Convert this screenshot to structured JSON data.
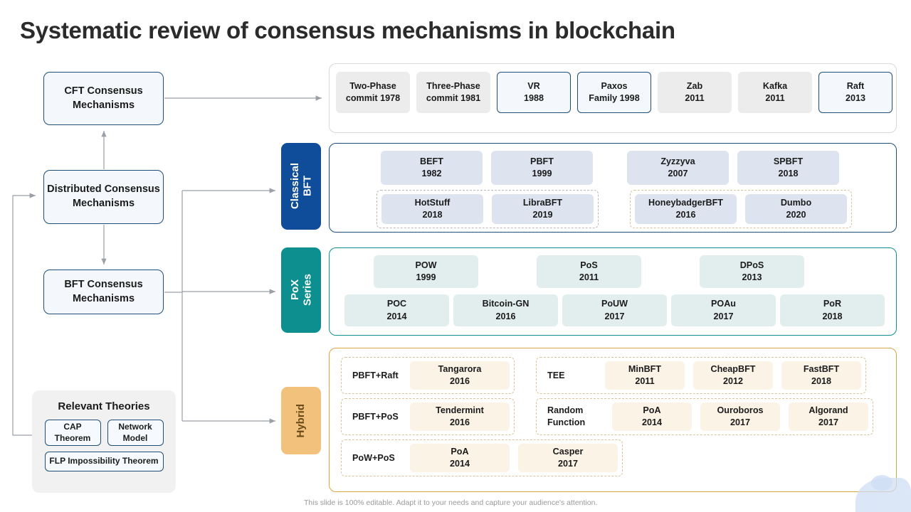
{
  "title": "Systematic review of consensus mechanisms in blockchain",
  "footer": "This slide is 100% editable. Adapt it to your needs and capture your audience's attention.",
  "colors": {
    "classical_tab_bg": "#0f4c9a",
    "pox_tab_bg": "#0e8f8f",
    "hybrid_tab_bg": "#f2c27d",
    "outline_blue": "#1f4e79",
    "chip_grey": "#ececec",
    "chip_bft_blue": "#dde3ef",
    "chip_pox": "#e2eeee",
    "chip_hybrid": "#fbf3e6"
  },
  "left_column": {
    "cft": "CFT Consensus Mechanisms",
    "distributed": "Distributed Consensus Mechanisms",
    "bft": "BFT Consensus Mechanisms"
  },
  "theories": {
    "title": "Relevant Theories",
    "items": [
      {
        "label": "CAP Theorem"
      },
      {
        "label": "Network Model"
      },
      {
        "label": "FLP Impossibility  Theorem"
      }
    ]
  },
  "tabs": {
    "classical": "Classical\nBFT",
    "pox": "PoX\nSeries",
    "hybrid": "Hybrid"
  },
  "cft_row": {
    "items": [
      {
        "name": "Two-Phase",
        "year": "commit 1978",
        "style": "grey"
      },
      {
        "name": "Three-Phase",
        "year": "commit 1981",
        "style": "grey"
      },
      {
        "name": "VR",
        "year": "1988",
        "style": "outline"
      },
      {
        "name": "Paxos",
        "year": "Family 1998",
        "style": "outline"
      },
      {
        "name": "Zab",
        "year": "2011",
        "style": "grey"
      },
      {
        "name": "Kafka",
        "year": "2011",
        "style": "grey"
      },
      {
        "name": "Raft",
        "year": "2013",
        "style": "outline"
      }
    ]
  },
  "classical_bft": {
    "row1": [
      {
        "name": "BEFT",
        "year": "1982"
      },
      {
        "name": "PBFT",
        "year": "1999"
      },
      {
        "name": "Zyzzyva",
        "year": "2007"
      },
      {
        "name": "SPBFT",
        "year": "2018"
      }
    ],
    "group_left": [
      {
        "name": "HotStuff",
        "year": "2018"
      },
      {
        "name": "LibraBFT",
        "year": "2019"
      }
    ],
    "group_right": [
      {
        "name": "HoneybadgerBFT",
        "year": "2016"
      },
      {
        "name": "Dumbo",
        "year": "2020"
      }
    ]
  },
  "pox_series": {
    "row1": [
      {
        "name": "POW",
        "year": "1999"
      },
      {
        "name": "PoS",
        "year": "2011"
      },
      {
        "name": "DPoS",
        "year": "2013"
      }
    ],
    "row2": [
      {
        "name": "POC",
        "year": "2014"
      },
      {
        "name": "Bitcoin-GN",
        "year": "2016"
      },
      {
        "name": "PoUW",
        "year": "2017"
      },
      {
        "name": "POAu",
        "year": "2017"
      },
      {
        "name": "PoR",
        "year": "2018"
      }
    ]
  },
  "hybrid": {
    "groups": [
      {
        "label": "PBFT+Raft",
        "items": [
          {
            "name": "Tangarora",
            "year": "2016"
          }
        ]
      },
      {
        "label": "PBFT+PoS",
        "items": [
          {
            "name": "Tendermint",
            "year": "2016"
          }
        ]
      },
      {
        "label": "PoW+PoS",
        "items": [
          {
            "name": "PoA",
            "year": "2014"
          },
          {
            "name": "Casper",
            "year": "2017"
          }
        ]
      },
      {
        "label": "TEE",
        "items": [
          {
            "name": "MinBFT",
            "year": "2011"
          },
          {
            "name": "CheapBFT",
            "year": "2012"
          },
          {
            "name": "FastBFT",
            "year": "2018"
          }
        ]
      },
      {
        "label": "Random Function",
        "items": [
          {
            "name": "PoA",
            "year": "2014"
          },
          {
            "name": "Ouroboros",
            "year": "2017"
          },
          {
            "name": "Algorand",
            "year": "2017"
          }
        ]
      }
    ]
  }
}
